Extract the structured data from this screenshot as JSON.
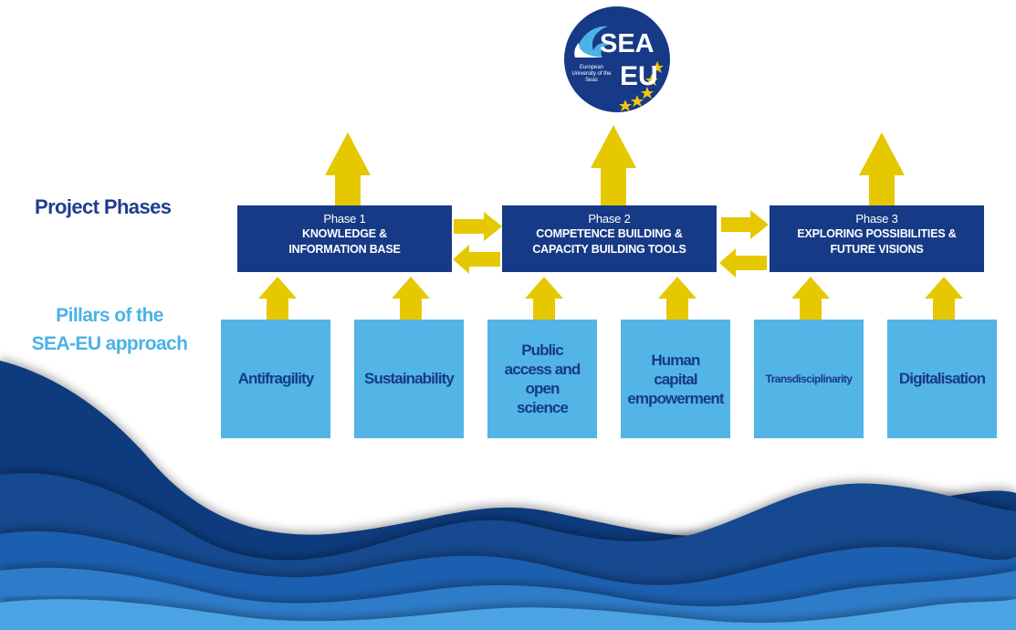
{
  "logo": {
    "title_top": "SEA",
    "title_bottom": "EU",
    "tagline": "European University of the Seas"
  },
  "labels": {
    "project_phases": "Project Phases",
    "pillars_line1": "Pillars of the",
    "pillars_line2": "SEA-EU approach"
  },
  "phases": [
    {
      "name": "Phase 1",
      "line1": "KNOWLEDGE &",
      "line2": "INFORMATION BASE"
    },
    {
      "name": "Phase 2",
      "line1": "COMPETENCE BUILDING &",
      "line2": "CAPACITY BUILDING TOOLS"
    },
    {
      "name": "Phase 3",
      "line1": "EXPLORING POSSIBILITIES &",
      "line2": "FUTURE VISIONS"
    }
  ],
  "pillars": [
    {
      "lines": [
        "Antifragility"
      ]
    },
    {
      "lines": [
        "Sustainability"
      ]
    },
    {
      "lines": [
        "Public",
        "access and",
        "open",
        "science"
      ]
    },
    {
      "lines": [
        "Human",
        "capital",
        "empowerment"
      ]
    },
    {
      "lines": [
        "Transdisciplinarity"
      ]
    },
    {
      "lines": [
        "Digitalisation"
      ]
    }
  ],
  "colors": {
    "navy": "#173a86",
    "pillar_blue": "#53b4e6",
    "arrow_yellow": "#e6c800",
    "wave_dark": "#103a7c",
    "wave_mid": "#1f5cae",
    "wave_light": "#3f8fd6"
  }
}
